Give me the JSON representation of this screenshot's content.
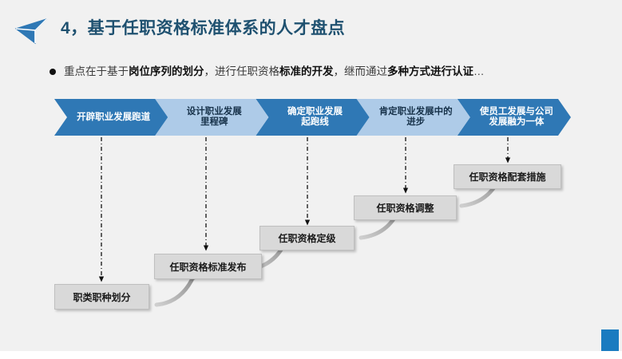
{
  "slide": {
    "background_color": "#f1f1f1",
    "accent_color": "#1a7bc0",
    "title": "4，基于任职资格标准体系的人才盘点",
    "title_color": "#1f5170",
    "title_icon": "paper-plane-left-icon"
  },
  "bullet": {
    "marker": "●",
    "segments": [
      {
        "text": "重点在于基于",
        "bold": false
      },
      {
        "text": "岗位序列的划分",
        "bold": true
      },
      {
        "text": "，进行任职资格",
        "bold": false
      },
      {
        "text": "标准的开发",
        "bold": true
      },
      {
        "text": "，继而通过",
        "bold": false
      },
      {
        "text": "多种方式进行认证",
        "bold": true
      },
      {
        "text": "…",
        "bold": false
      }
    ],
    "full_text": "重点在于基于岗位序列的划分，进行任职资格标准的开发，继而通过多种方式进行认证…"
  },
  "chevrons": {
    "dark_color": "#2f78b5",
    "light_color": "#aecbe8",
    "items": [
      {
        "label": "开辟职业发展跑道",
        "lines": [
          "开辟职业发展跑道"
        ],
        "style": "dark"
      },
      {
        "label": "设计职业发展里程碑",
        "lines": [
          "设计职业发展",
          "里程碑"
        ],
        "style": "light"
      },
      {
        "label": "确定职业发展起跑线",
        "lines": [
          "确定职业发展",
          "起跑线"
        ],
        "style": "dark"
      },
      {
        "label": "肯定职业发展中的进步",
        "lines": [
          "肯定职业发展中的",
          "进步"
        ],
        "style": "light"
      },
      {
        "label": "使员工发展与公司发展融为一体",
        "lines": [
          "使员工发展与公司",
          "发展融为一体"
        ],
        "style": "dark"
      }
    ]
  },
  "steps": {
    "box_color": "#d9d9d9",
    "items": [
      {
        "label": "职类职种划分"
      },
      {
        "label": "任职资格标准发布"
      },
      {
        "label": "任职资格定级"
      },
      {
        "label": "任职资格调整"
      },
      {
        "label": "任职资格配套措施"
      }
    ]
  }
}
